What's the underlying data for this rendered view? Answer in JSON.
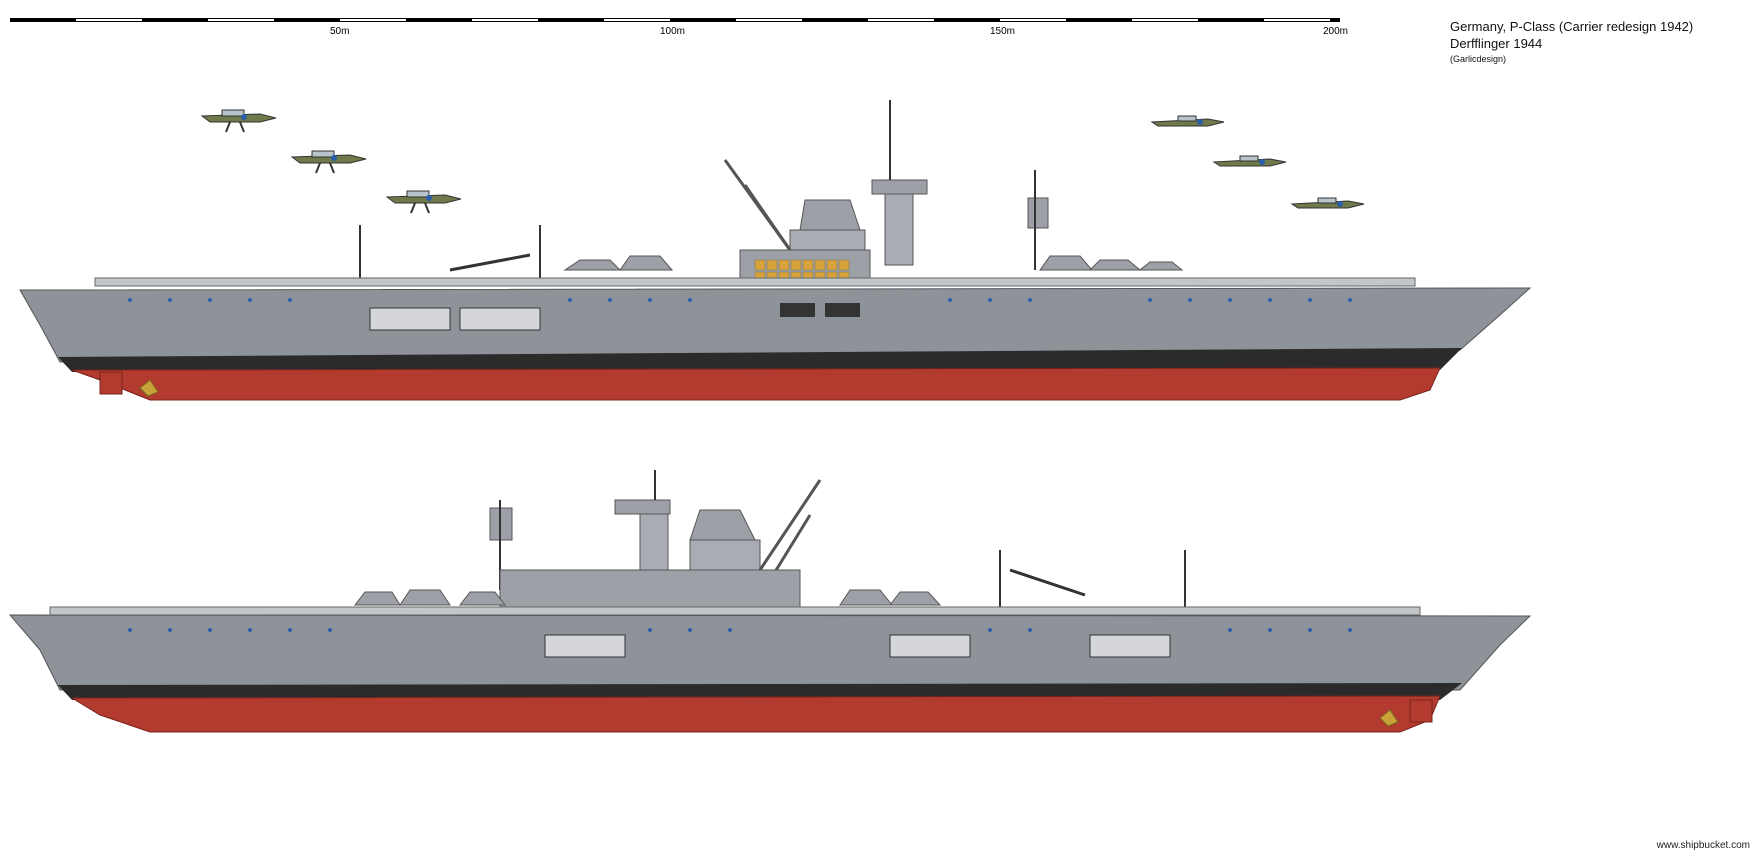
{
  "scale": {
    "ticks": [
      "50m",
      "100m",
      "150m",
      "200m"
    ]
  },
  "title": {
    "line1": "Germany, P-Class (Carrier redesign 1942)",
    "line2": "Derfflinger 1944",
    "credit": "(Garlicdesign)"
  },
  "watermark": "www.shipbucket.com",
  "colors": {
    "hull_grey": "#8e9299",
    "deck_grey": "#a9adb3",
    "boot_topping": "#2b2b2b",
    "antifouling_red": "#b23a2e",
    "aircraft_camo": "#6e7a4a",
    "gun_porthole_blue": "#2a5ea8",
    "bofors_ready_yellow": "#d8a23a"
  },
  "icons": [
    "scale-bar-icon",
    "ship-profile-icon",
    "aircraft-icon",
    "propeller-icon",
    "rudder-icon"
  ]
}
